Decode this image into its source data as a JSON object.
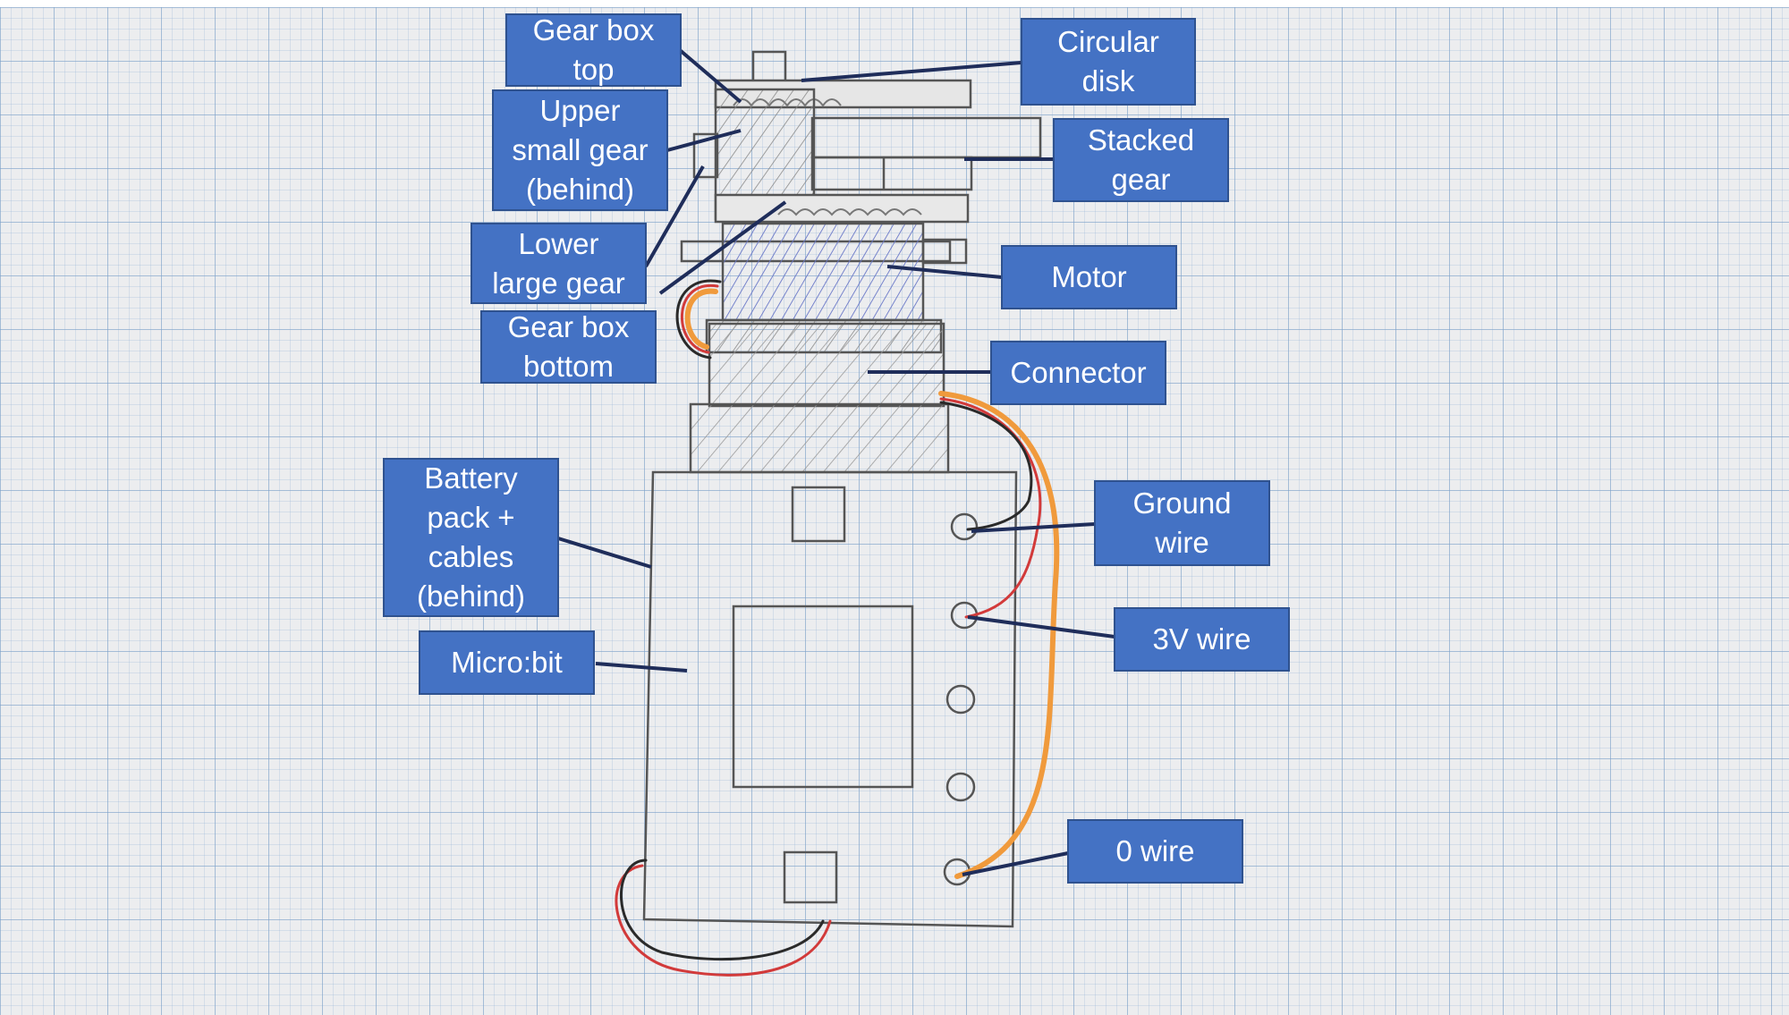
{
  "diagram": {
    "labels": {
      "gear_box_top": "Gear box\ntop",
      "circular_disk": "Circular\ndisk",
      "upper_small_gear": "Upper\nsmall gear\n(behind)",
      "stacked_gear": "Stacked\ngear",
      "lower_large_gear": "Lower\nlarge gear",
      "motor": "Motor",
      "gear_box_bottom": "Gear box\nbottom",
      "connector": "Connector",
      "battery_pack": "Battery\npack +\ncables\n(behind)",
      "ground_wire": "Ground\nwire",
      "micro_bit": "Micro:bit",
      "three_v_wire": "3V wire",
      "zero_wire": "0 wire"
    },
    "colors": {
      "label_fill": "#4472c4",
      "label_border": "#2f528f",
      "leader_line": "#1f2d5a",
      "pencil": "#555555",
      "orange_wire": "#f09a3c",
      "red_wire": "#d23a3a",
      "black_wire": "#2a2a2a",
      "motor_hatch": "#6a78c8"
    }
  }
}
